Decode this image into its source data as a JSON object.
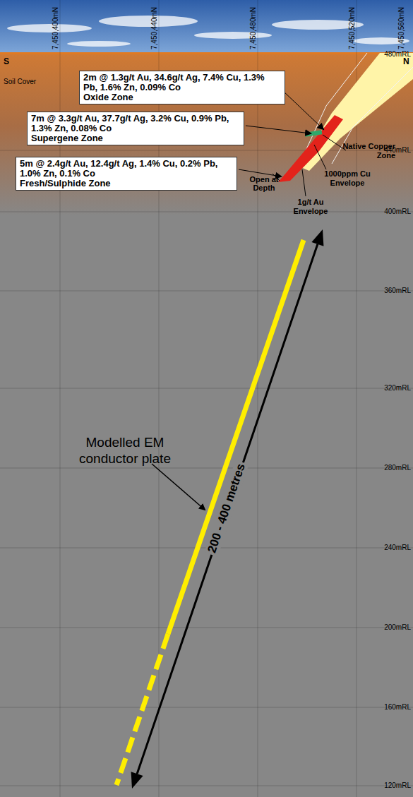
{
  "diagram": {
    "nodes": [
      {
        "text": [
          "2m @ 1.3g/t Au, 34.6g/t Ag, 7.4% Cu, 1.3% Pb, 1.6% Zn, 0.09% Co",
          "Oxide Zone"
        ]
      },
      {
        "text": [
          "7m @ 3.3g/t Au, 37.7g/t Ag, 3.2% Cu, 0.9% Pb, 1.3% Zn, 0.08% Co",
          "Supergene Zone"
        ]
      },
      {
        "text": [
          "5m @ 2.4g/t Au, 12.4g/t Ag, 1.4% Cu, 0.2% Pb, 1.0% Zn, 0.1% Co",
          "Fresh/Sulphide Zone"
        ]
      }
    ],
    "labels": [
      "S",
      "N",
      "7,450,400mN",
      "7,450,440mN",
      "7,450,480mN",
      "7,450,520mN",
      "7,450,560mN",
      "Soil Cover",
      "Native Copper Zone",
      "1000ppm Cu Envelope",
      "Open at Depth",
      "1g/t Au Envelope",
      "Modelled EM conductor plate",
      "200 - 400 metres",
      "480mRL",
      "440mRL",
      "400mRL",
      "360mRL",
      "320mRL",
      "280mRL",
      "240mRL",
      "200mRL",
      "160mRL",
      "120mRL"
    ]
  }
}
